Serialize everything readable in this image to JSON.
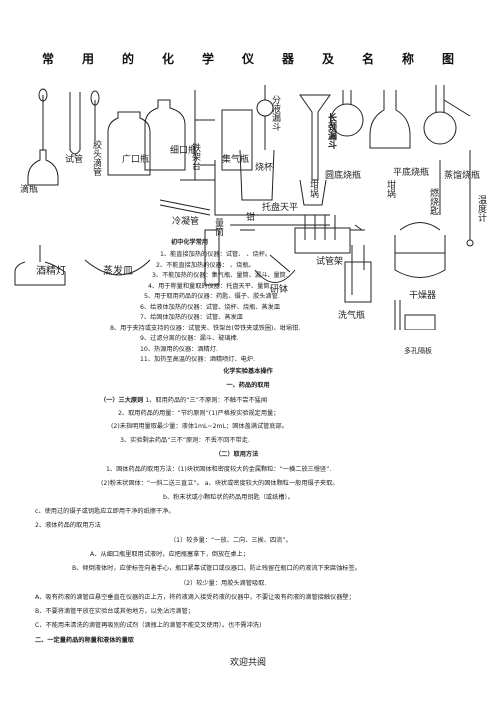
{
  "title_chars": [
    "常",
    "用",
    "的",
    "化",
    "学",
    "仪",
    "器",
    "及",
    "名",
    "称",
    "图"
  ],
  "apparatus": {
    "dropper_bottle": "滴瓶",
    "test_tube": "试管",
    "dropper": "胶头滴管",
    "wide_mouth_bottle": "广口瓶",
    "narrow_mouth_bottle": "细口瓶",
    "iron_stand": "铁架台",
    "gas_jar": "集气瓶",
    "beaker": "烧杯",
    "separatory_funnel": "分液漏斗",
    "long_neck_funnel": "长颈漏斗",
    "crucible": "坩埚",
    "round_flask": "圆底烧瓶",
    "flat_flask": "平底烧瓶",
    "distilling_flask": "蒸馏烧瓶",
    "crucible_tongs": "坩埚",
    "combustion_spoon": "燃烧匙",
    "thermometer": "温度计",
    "balance": "托盘天平",
    "tongs": "钳",
    "condenser": "冷凝管",
    "graduated_cylinder": "量筒",
    "test_tube_rack": "试管架",
    "mortar": "研钵",
    "alcohol_lamp": "酒精灯",
    "evaporating_dish": "蒸发皿",
    "wash_bottle": "洗气瓶",
    "desiccator": "干燥器",
    "porous_plate": "多孔隔板"
  },
  "notes": {
    "heading": "初中化学常用",
    "items": [
      "1、能直接加热的仪器：试管、  、烧杯。",
      "2、不能直接加热的仪器：  、烧瓶。",
      "3、不能加热的仪器：集气瓶、量筒、漏斗、量筒.",
      "4、用于称量和量取的仪器：托盘天平、量筒.",
      "5、用于取用药品的仪器：药匙、镊子、胶头滴管.",
      "6、给液体加热的仪器：试管、烧杯、烧瓶、蒸发皿",
      "7、给固体加热的仪器：试管、蒸发皿",
      "8、用于夹持或支持的仪器：试管夹、铁架台(带铁夹或铁圈)、坩埚钳.",
      "9、过滤分离的仪器：漏斗、玻璃棒.",
      "10、热源用的仪器：酒精灯.",
      "11、加热至高温的仪器：酒精喷灯、电炉."
    ]
  },
  "operations": {
    "heading": "化学实验基本操作",
    "sec1": "一、药品的取用",
    "sub1": "（一）三大原则",
    "sub1_tail": " 1、取用药品的“三”不原则：不触不尝不猛闻",
    "p2": "2、取用药品的用量：“节约原则”(1)严格按实验规定用量；",
    "p3": "(2)未指明用量取最少量：液体1mL~2mL；固体盖满试管底部。",
    "p4": "3、实验剩余药品“三不”原则：不丢不回不带走.",
    "sub2": "（二）取用方法",
    "p5": "1、固体药品的取用方法：(1)块状固体和密度较大的金属颗粒：“一横二放三慢竖”.",
    "p6": "(2)粉末状固体：“一斜二送三直立”。 a、块状或密度较大的固体颗粒一般用镊子夹取。",
    "p7": "b、粉末状或小颗粒状的药品用钥匙（或纸槽）。",
    "p8": "c、使用过的镊子或钥匙应立即用干净的纸擦干净。",
    "p9": "2、液体药品的取用方法",
    "p10": "（1）较多量：“一放、二向、三挨、四流”。",
    "p11": "A、从细口瓶里取用试液时，应把瓶塞拿下，倒放在桌上；",
    "p12": "B、倾倒液体时，应使标签向着手心，瓶口紧靠试管口或仪器口，防止残留在瓶口的药液流下来腐蚀标签。",
    "p13": "（2）较少量：用胶头滴管吸取.",
    "p14": "A、吸有药液的滴管应悬空垂直在仪器的正上方，将药液滴入接受药液的仪器中，不要让吸有药液的滴管接触仪器壁；",
    "p15": "B、不要将滴管平放在实验台或其他地方，以免沾污滴管；",
    "p16": "C、不能用未清洗的滴管再吸别的试剂（滴瓶上的滴管不能交叉使用）。也不需冲洗)",
    "sec2": "二、一定量药品的称量和液体的量取"
  },
  "footer": "欢迎共阅"
}
